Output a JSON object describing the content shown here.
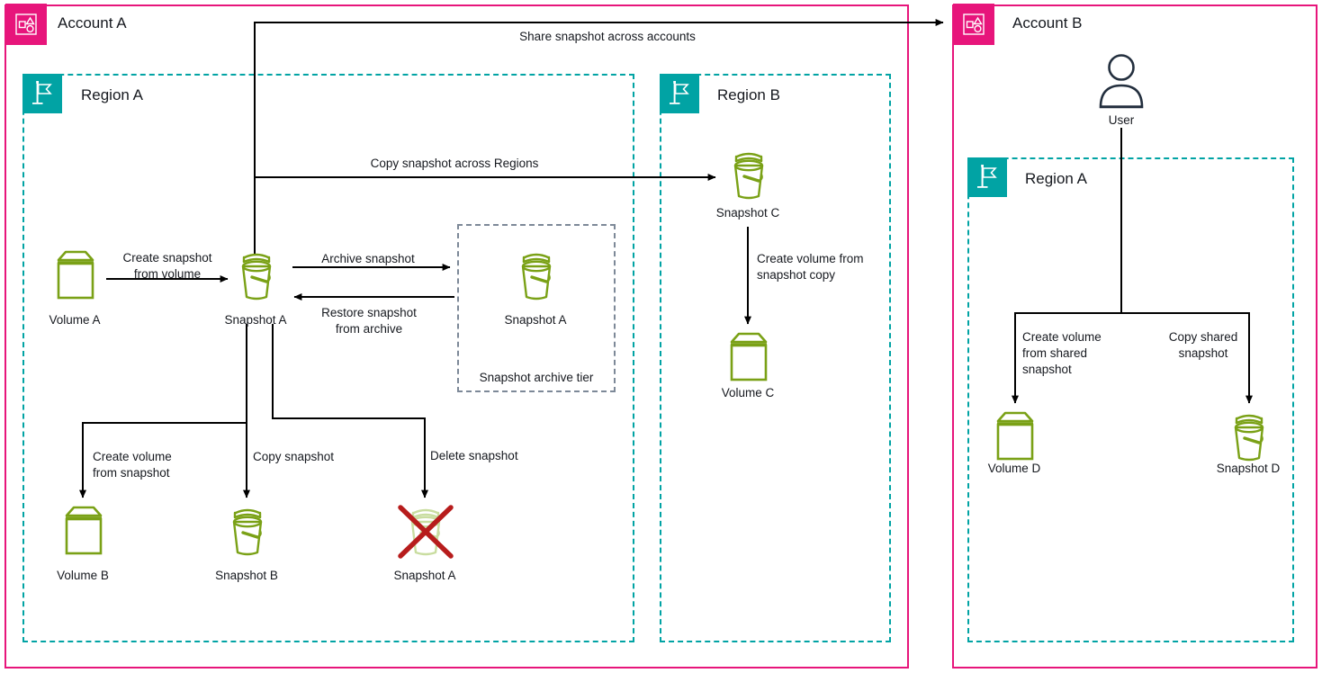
{
  "theme": {
    "account_border": "#E7157B",
    "account_icon_bg": "#E7157B",
    "region_border": "#01A3A4",
    "region_icon_bg": "#01A3A4",
    "resource_green": "#7AA116",
    "resource_green_faded": "#c9ddA0",
    "archive_border": "#7d8998",
    "arrow_color": "#000000",
    "delete_x": "#B71C1C",
    "user_icon": "#232F3E",
    "text": "#16191f"
  },
  "accounts": [
    {
      "id": "account-a",
      "title": "Account A",
      "icon": "account-icon"
    },
    {
      "id": "account-b",
      "title": "Account B",
      "icon": "account-icon"
    }
  ],
  "regions": [
    {
      "id": "region-a-acct-a",
      "title": "Region A",
      "icon": "region-flag-icon"
    },
    {
      "id": "region-b-acct-a",
      "title": "Region B",
      "icon": "region-flag-icon"
    },
    {
      "id": "region-a-acct-b",
      "title": "Region A",
      "icon": "region-flag-icon"
    }
  ],
  "nodes": [
    {
      "id": "volume-a",
      "label": "Volume A",
      "icon": "volume-icon",
      "state": "normal"
    },
    {
      "id": "snapshot-a",
      "label": "Snapshot A",
      "icon": "snapshot-icon",
      "state": "normal"
    },
    {
      "id": "snapshot-a-archived",
      "label": "Snapshot A",
      "icon": "snapshot-icon",
      "state": "normal"
    },
    {
      "id": "volume-b",
      "label": "Volume B",
      "icon": "volume-icon",
      "state": "normal"
    },
    {
      "id": "snapshot-b",
      "label": "Snapshot B",
      "icon": "snapshot-icon",
      "state": "normal"
    },
    {
      "id": "snapshot-a-deleted",
      "label": "Snapshot A",
      "icon": "snapshot-icon",
      "state": "deleted"
    },
    {
      "id": "snapshot-c",
      "label": "Snapshot C",
      "icon": "snapshot-icon",
      "state": "normal"
    },
    {
      "id": "volume-c",
      "label": "Volume C",
      "icon": "volume-icon",
      "state": "normal"
    },
    {
      "id": "user",
      "label": "User",
      "icon": "user-icon",
      "state": "normal"
    },
    {
      "id": "volume-d",
      "label": "Volume D",
      "icon": "volume-icon",
      "state": "normal"
    },
    {
      "id": "snapshot-d",
      "label": "Snapshot D",
      "icon": "snapshot-icon",
      "state": "normal"
    }
  ],
  "archive_tier": {
    "caption": "Snapshot archive tier"
  },
  "edges": [
    {
      "id": "share-across-accounts",
      "label": "Share snapshot across accounts"
    },
    {
      "id": "copy-across-regions",
      "label": "Copy snapshot across Regions"
    },
    {
      "id": "create-snapshot",
      "label_line1": "Create snapshot",
      "label_line2": "from volume"
    },
    {
      "id": "archive-snapshot",
      "label": "Archive snapshot"
    },
    {
      "id": "restore-snapshot",
      "label_line1": "Restore snapshot",
      "label_line2": "from archive"
    },
    {
      "id": "create-volume-from-snapshot",
      "label_line1": "Create volume",
      "label_line2": "from snapshot"
    },
    {
      "id": "copy-snapshot",
      "label": "Copy snapshot"
    },
    {
      "id": "delete-snapshot",
      "label": "Delete snapshot"
    },
    {
      "id": "create-volume-from-copy",
      "label_line1": "Create volume from",
      "label_line2": "snapshot copy"
    },
    {
      "id": "create-volume-from-shared",
      "label_line1": "Create volume",
      "label_line2": "from shared",
      "label_line3": "snapshot"
    },
    {
      "id": "copy-shared-snapshot",
      "label_line1": "Copy shared",
      "label_line2": "snapshot"
    }
  ]
}
